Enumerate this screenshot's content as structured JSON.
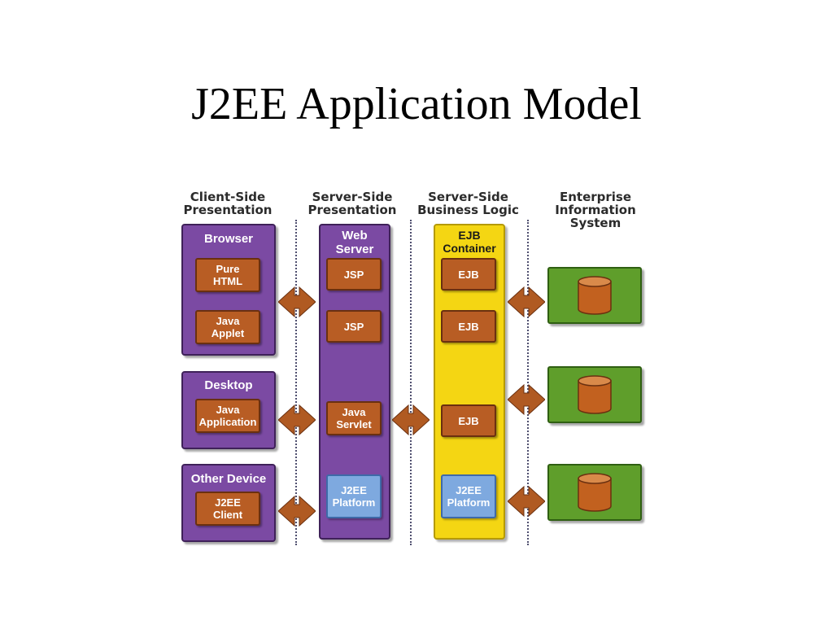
{
  "title": "J2EE Application Model",
  "diagram": {
    "columns": [
      {
        "heading": "Client-Side\nPresentation"
      },
      {
        "heading": "Server-Side\nPresentation"
      },
      {
        "heading": "Server-Side\nBusiness Logic"
      },
      {
        "heading": "Enterprise\nInformation\nSystem"
      }
    ],
    "client_tiers": [
      {
        "label": "Browser",
        "components": [
          "Pure\nHTML",
          "Java\nApplet"
        ]
      },
      {
        "label": "Desktop",
        "components": [
          "Java\nApplication"
        ]
      },
      {
        "label": "Other Device",
        "components": [
          "J2EE\nClient"
        ]
      }
    ],
    "web_server": {
      "label": "Web\nServer",
      "components": [
        "JSP",
        "JSP",
        "Java\nServlet"
      ],
      "platform": "J2EE\nPlatform"
    },
    "ejb_container": {
      "label": "EJB\nContainer",
      "components": [
        "EJB",
        "EJB",
        "EJB"
      ],
      "platform": "J2EE\nPlatform"
    },
    "eis_count": 3,
    "colors": {
      "client_panel": "#7b4aa3",
      "component": "#b85d24",
      "ejb_container": "#f4d613",
      "platform": "#7ea9df",
      "eis": "#5f9e2b",
      "arrow": "#b05a22"
    }
  }
}
